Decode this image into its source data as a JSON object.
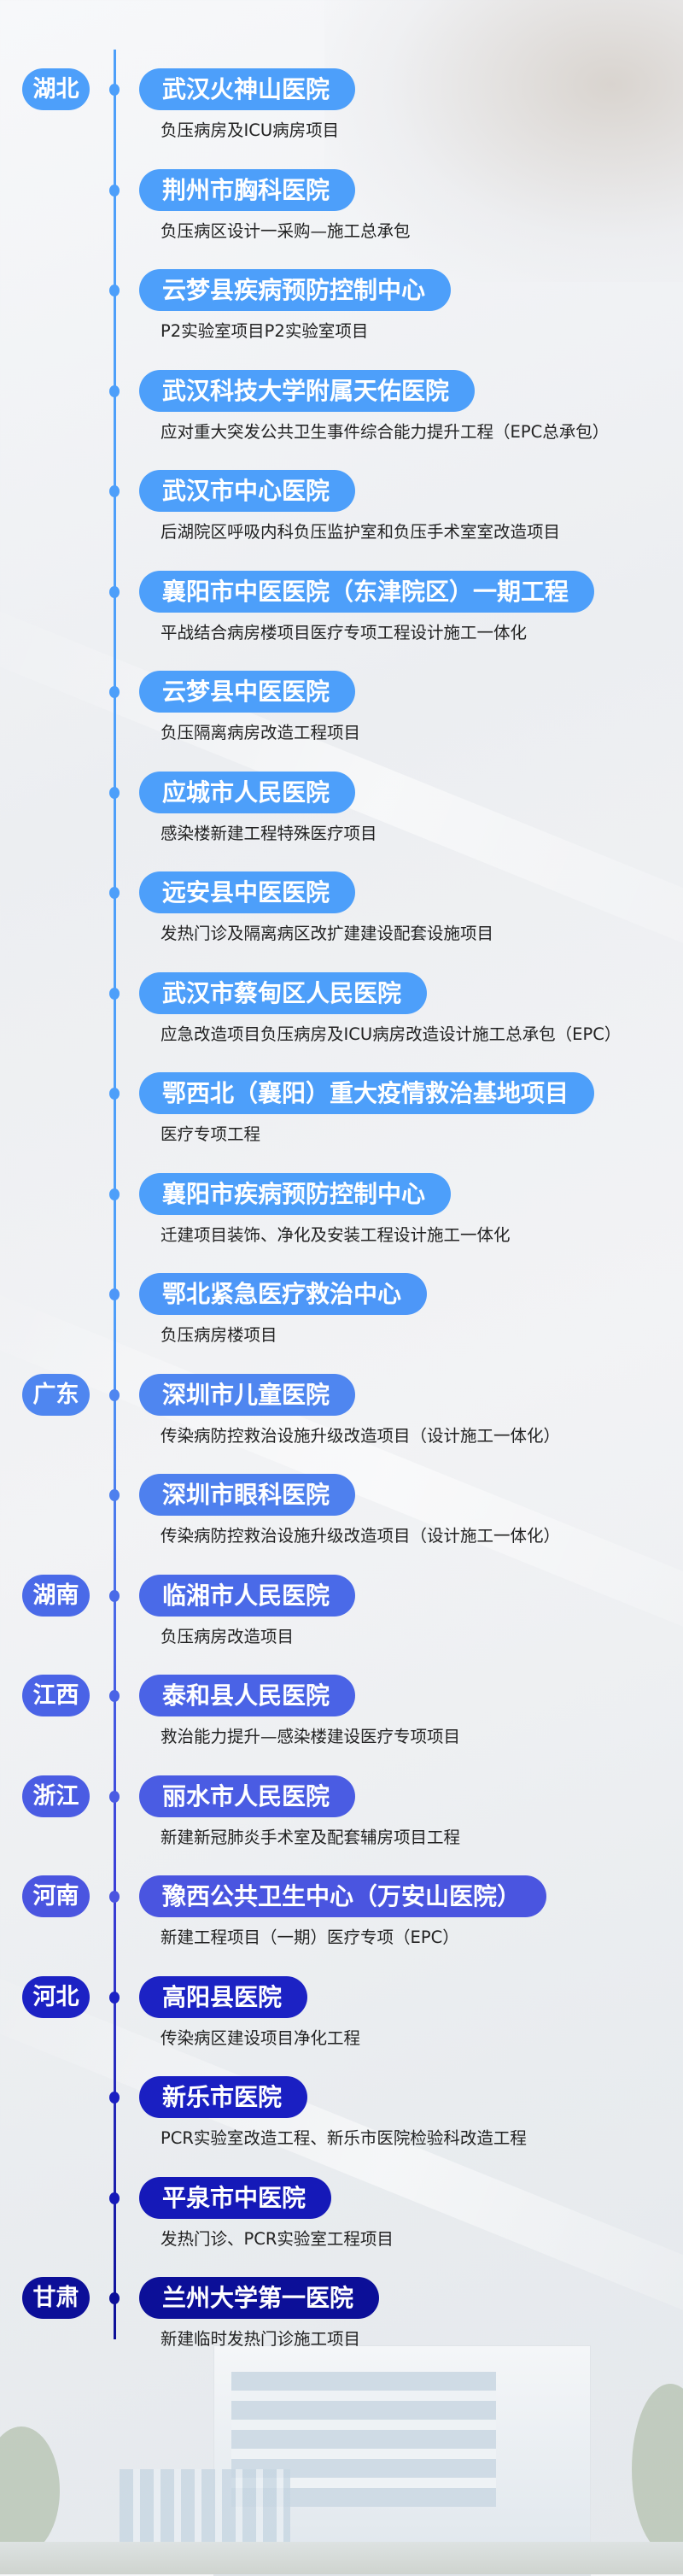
{
  "items": [
    {
      "province": "湖北",
      "name": "武汉火神山医院",
      "desc": "负压病房及ICU病房项目",
      "color": "#4d9ffa"
    },
    {
      "province": "",
      "name": "荆州市胸科医院",
      "desc": "负压病区设计一采购—施工总承包",
      "color": "#4d9ffa"
    },
    {
      "province": "",
      "name": "云梦县疾病预防控制中心",
      "desc": "P2实验室项目P2实验室项目",
      "color": "#4d9ffa"
    },
    {
      "province": "",
      "name": "武汉科技大学附属天佑医院",
      "desc": "应对重大突发公共卫生事件综合能力提升工程（EPC总承包）",
      "color": "#4d9ffa"
    },
    {
      "province": "",
      "name": "武汉市中心医院",
      "desc": "后湖院区呼吸内科负压监护室和负压手术室室改造项目",
      "color": "#4d9ffa"
    },
    {
      "province": "",
      "name": "襄阳市中医医院（东津院区）一期工程",
      "desc": "平战结合病房楼项目医疗专项工程设计施工一体化",
      "color": "#4d9ffa"
    },
    {
      "province": "",
      "name": "云梦县中医医院",
      "desc": "负压隔离病房改造工程项目",
      "color": "#4d9ffa"
    },
    {
      "province": "",
      "name": "应城市人民医院",
      "desc": "感染楼新建工程特殊医疗项目",
      "color": "#4d9ffa"
    },
    {
      "province": "",
      "name": "远安县中医医院",
      "desc": "发热门诊及隔离病区改扩建建设配套设施项目",
      "color": "#4d9ffa"
    },
    {
      "province": "",
      "name": "武汉市蔡甸区人民医院",
      "desc": "应急改造项目负压病房及ICU病房改造设计施工总承包（EPC）",
      "color": "#4d9ffa"
    },
    {
      "province": "",
      "name": "鄂西北（襄阳）重大疫情救治基地项目",
      "desc": "医疗专项工程",
      "color": "#4d9ffa"
    },
    {
      "province": "",
      "name": "襄阳市疾病预防控制中心",
      "desc": "迁建项目装饰、净化及安装工程设计施工一体化",
      "color": "#4d9ffa"
    },
    {
      "province": "",
      "name": "鄂北紧急医疗救治中心",
      "desc": "负压病房楼项目",
      "color": "#4d97f8"
    },
    {
      "province": "广东",
      "name": "深圳市儿童医院",
      "desc": "传染病防控救治设施升级改造项目（设计施工一体化）",
      "color": "#4f86f0"
    },
    {
      "province": "",
      "name": "深圳市眼科医院",
      "desc": "传染病防控救治设施升级改造项目（设计施工一体化）",
      "color": "#4e80ee"
    },
    {
      "province": "湖南",
      "name": "临湘市人民医院",
      "desc": "负压病房改造项目",
      "color": "#4a6ae8"
    },
    {
      "province": "江西",
      "name": "泰和县人民医院",
      "desc": "救治能力提升—感染楼建设医疗专项项目",
      "color": "#4a63e6"
    },
    {
      "province": "浙江",
      "name": "丽水市人民医院",
      "desc": "新建新冠肺炎手术室及配套辅房项目工程",
      "color": "#4a5ce3"
    },
    {
      "province": "河南",
      "name": "豫西公共卫生中心（万安山医院）",
      "desc": "新建工程项目（一期）医疗专项（EPC）",
      "color": "#4a55e0"
    },
    {
      "province": "河北",
      "name": "高阳县医院",
      "desc": "传染病区建设项目净化工程",
      "color": "#1c22c4"
    },
    {
      "province": "",
      "name": "新乐市医院",
      "desc": "PCR实验室改造工程、新乐市医院检验科改造工程",
      "color": "#1a1fc2"
    },
    {
      "province": "",
      "name": "平泉市中医院",
      "desc": "发热门诊、PCR实验室工程项目",
      "color": "#1519b8"
    },
    {
      "province": "甘肃",
      "name": "兰州大学第一医院",
      "desc": "新建临时发热门诊施工项目",
      "color": "#0c0f98"
    }
  ]
}
